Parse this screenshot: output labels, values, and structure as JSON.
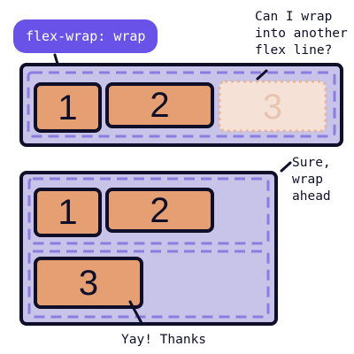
{
  "title_label": "flex-wrap: wrap",
  "notes": {
    "question": [
      "Can I wrap",
      "into another",
      "flex line?"
    ],
    "answer": [
      "Sure,",
      "wrap",
      "ahead"
    ],
    "thanks": "Yay! Thanks"
  },
  "items": {
    "top_1": "1",
    "top_2": "2",
    "top_3_ghost": "3",
    "bottom_1": "1",
    "bottom_2": "2",
    "bottom_3": "3"
  },
  "colors": {
    "outline": "#0f0f29",
    "container_fill": "#c8c3e8",
    "flex_line_dash": "#8a7de0",
    "item_fill": "#e59f73",
    "ghost_fill": "#f6e1d6",
    "ghost_border": "#e3b59b",
    "ghost_text": "#e7c3b0",
    "pill_bg": "#6852e8"
  }
}
